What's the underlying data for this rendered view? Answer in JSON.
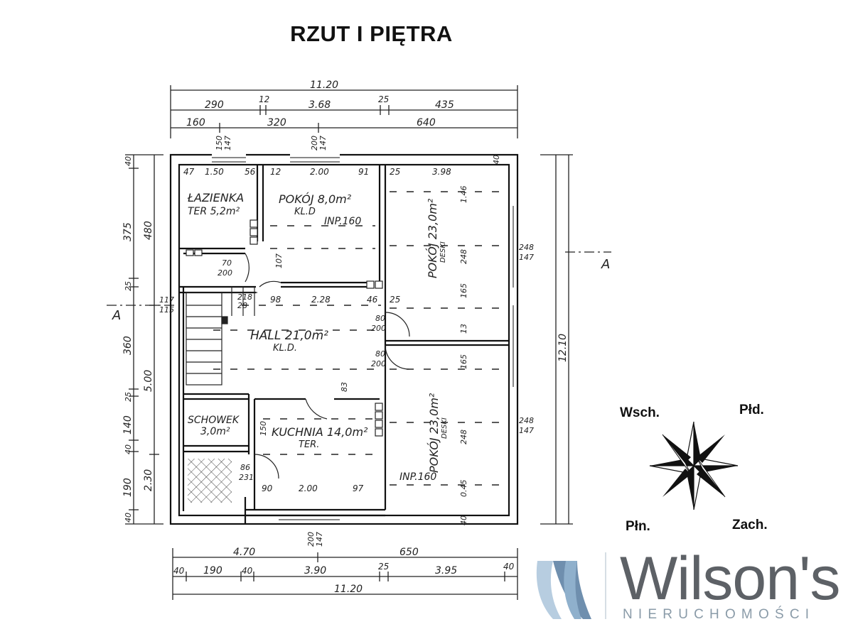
{
  "title": "RZUT I PIĘTRA",
  "dimensions": {
    "top_total": "11.20",
    "top_row2": [
      "290",
      "12",
      "3.68",
      "25",
      "435"
    ],
    "top_row3": [
      "160",
      "320",
      "640"
    ],
    "bottom_row1": [
      "4.70",
      "650"
    ],
    "bottom_row2": [
      "40",
      "190",
      "40",
      "3.90",
      "25",
      "3.95",
      "40"
    ],
    "bottom_total": "11.20",
    "left_outer": [
      "375",
      "25",
      "360",
      "25",
      "140",
      "40",
      "190",
      "40"
    ],
    "left_inner": [
      "480",
      "5.00",
      "2.30"
    ],
    "left_top": "40",
    "right_total": "12.10",
    "window_top_left_a": "150",
    "window_top_left_b": "147",
    "window_top_mid_a": "200",
    "window_top_mid_b": "147",
    "window_right_upper_a": "248",
    "window_right_upper_b": "147",
    "window_right_lower_a": "248",
    "window_right_lower_b": "147",
    "window_bottom_a": "200",
    "window_bottom_b": "147",
    "inner_top_left": [
      "47",
      "1.50",
      "56",
      "12",
      "2.00",
      "91"
    ],
    "inner_top_right": [
      "25",
      "3.98",
      "40"
    ],
    "hall_row": [
      "98",
      "2.28",
      "46",
      "25"
    ],
    "kitchen_row": [
      "90",
      "2.00",
      "97"
    ],
    "door_80_200": "80",
    "door_200": "200",
    "door_70": "70",
    "misc": [
      "107",
      "83",
      "150",
      "13",
      "165",
      "165",
      "248",
      "248",
      "1.46",
      "0.45",
      "40",
      "117",
      "115",
      "218",
      "28",
      "86",
      "231"
    ]
  },
  "rooms": {
    "bathroom": {
      "name": "ŁAZIENKA",
      "detail": "TER 5,2m²"
    },
    "room1": {
      "name": "POKÓJ 8,0m²",
      "detail": "KL.D",
      "extra": "INP.160"
    },
    "room2": {
      "name": "POKÓJ 23,0m²",
      "detail": "DESKI"
    },
    "hall": {
      "name": "HALL 21,0m²",
      "detail": "KL.D."
    },
    "storage": {
      "name": "SCHOWEK",
      "detail": "3,0m²"
    },
    "kitchen": {
      "name": "KUCHNIA 14,0m²",
      "detail": "TER."
    },
    "room3": {
      "name": "POKÓJ 23,0m²",
      "detail": "DESKI",
      "extra": "INP.160"
    }
  },
  "section_marks": {
    "left": "A",
    "right": "A"
  },
  "compass": {
    "ne": "Płd.",
    "nw": "Wsch.",
    "sw": "Płn.",
    "se": "Zach."
  },
  "logo": {
    "word": "Wilson's",
    "sub": "NIERUCHOMOŚCI",
    "colors": {
      "word": "#5d6166",
      "sub": "#8a9ba8",
      "mark_dark": "#6f8fae",
      "mark_light": "#b7cde0"
    }
  }
}
